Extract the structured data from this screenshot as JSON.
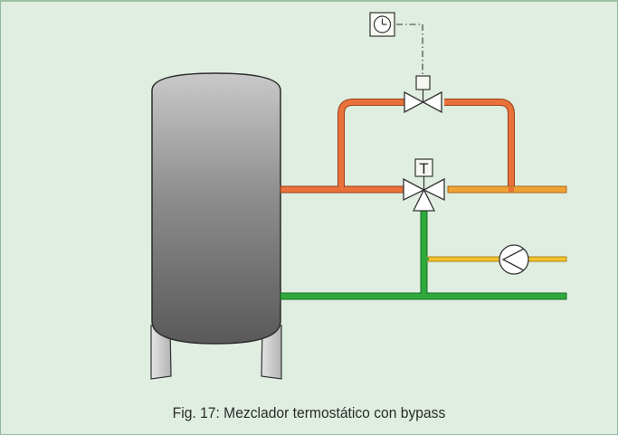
{
  "figure": {
    "caption": "Fig. 17: Mezclador termostático con bypass",
    "thermostat_label": "T",
    "colors": {
      "background": "#dfeee0",
      "border": "#8fb89a",
      "hot_pipe": "#e8723a",
      "hot_pipe_outline": "#9b3f1b",
      "mixed_pipe": "#f0a133",
      "mixed_pipe_outline": "#a8661a",
      "cold_pipe": "#2eaa3c",
      "cold_pipe_outline": "#1a6e24",
      "pump_pipe": "#f3c32d",
      "pump_pipe_outline": "#a8861a",
      "tank_dark": "#5e5e5e",
      "tank_light": "#c9c9c9"
    },
    "components": [
      {
        "name": "storage-tank",
        "icon": "tank-icon"
      },
      {
        "name": "timer",
        "icon": "clock-icon"
      },
      {
        "name": "motorized-bypass-valve",
        "icon": "two-way-valve-icon"
      },
      {
        "name": "thermostatic-mixing-valve",
        "icon": "three-way-valve-icon"
      },
      {
        "name": "circulation-pump",
        "icon": "pump-icon"
      }
    ]
  }
}
